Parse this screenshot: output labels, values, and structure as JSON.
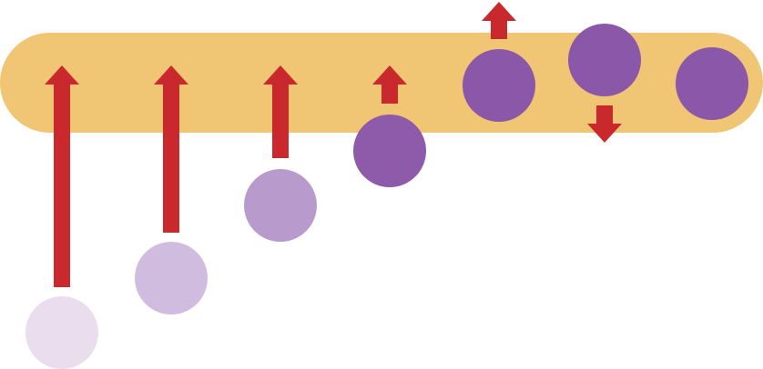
{
  "diagram": {
    "band": {
      "color": "#F0C574"
    },
    "arrow_color": "#C9292C",
    "stages": [
      {
        "circle_color": "#E9DDEE",
        "arrow": "up"
      },
      {
        "circle_color": "#D0BCDF",
        "arrow": "up"
      },
      {
        "circle_color": "#B99ACD",
        "arrow": "up"
      },
      {
        "circle_color": "#8E5AAA",
        "arrow": "up"
      },
      {
        "circle_color": "#8B57A8",
        "arrow": "up"
      },
      {
        "circle_color": "#8B57A8",
        "arrow": "down"
      },
      {
        "circle_color": "#8B57A8",
        "arrow": "none"
      }
    ]
  }
}
